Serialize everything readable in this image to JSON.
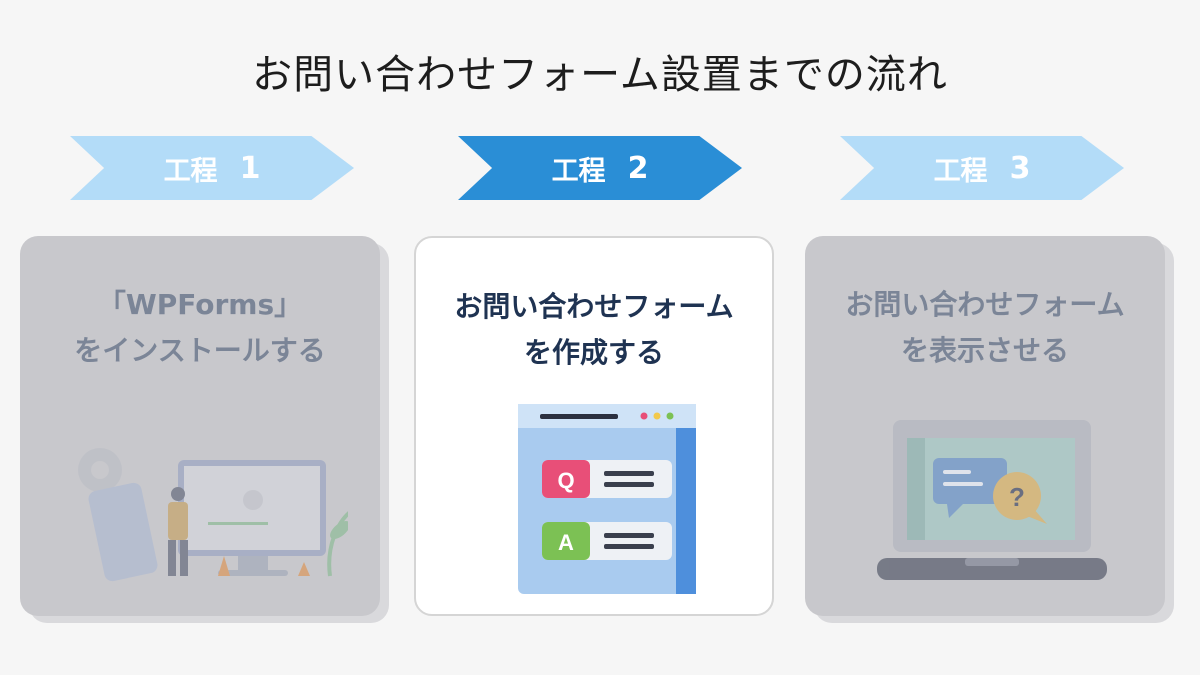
{
  "title": "お問い合わせフォーム設置までの流れ",
  "steps": [
    {
      "label": "工程",
      "number": "1",
      "state": "inactive"
    },
    {
      "label": "工程",
      "number": "2",
      "state": "active"
    },
    {
      "label": "工程",
      "number": "3",
      "state": "inactive"
    }
  ],
  "cards": [
    {
      "line1": "「WPForms」",
      "line2": "をインストールする",
      "icon": "installer-illustration"
    },
    {
      "line1": "お問い合わせフォーム",
      "line2": "を作成する",
      "icon": "qa-form-icon",
      "q_letter": "Q",
      "a_letter": "A"
    },
    {
      "line1": "お問い合わせフォーム",
      "line2": "を表示させる",
      "icon": "laptop-chat-illustration",
      "question_mark": "?"
    }
  ],
  "colors": {
    "step_active": "#2a8ed6",
    "step_inactive": "#b3dcf8",
    "card_inactive": "#c8c8cc",
    "card_active": "#ffffff",
    "text_active": "#1f3352",
    "text_inactive": "#7b8597",
    "q_badge": "#e84f78",
    "a_badge": "#7cc154"
  }
}
